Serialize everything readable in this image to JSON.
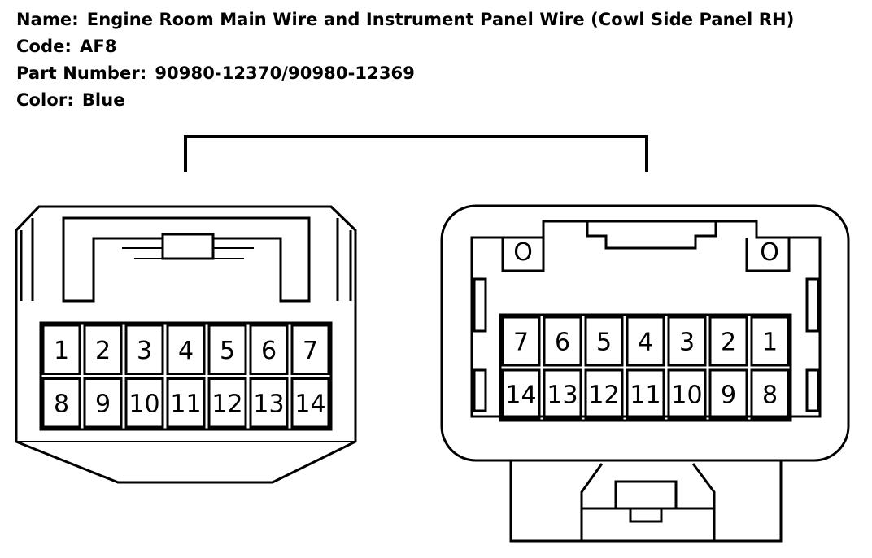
{
  "info": {
    "name_label": "Name:",
    "name_value": "Engine Room Main Wire and Instrument Panel Wire (Cowl Side Panel RH)",
    "code_label": "Code:",
    "code_value": "AF8",
    "part_label": "Part Number:",
    "part_value": "90980-12370/90980-12369",
    "color_label": "Color:",
    "color_value": "Blue"
  },
  "left_connector": {
    "row1": [
      "1",
      "2",
      "3",
      "4",
      "5",
      "6",
      "7"
    ],
    "row2": [
      "8",
      "9",
      "10",
      "11",
      "12",
      "13",
      "14"
    ]
  },
  "right_connector": {
    "row1": [
      "7",
      "6",
      "5",
      "4",
      "3",
      "2",
      "1"
    ],
    "row2": [
      "14",
      "13",
      "12",
      "11",
      "10",
      "9",
      "8"
    ],
    "markers": [
      "O",
      "O"
    ]
  }
}
